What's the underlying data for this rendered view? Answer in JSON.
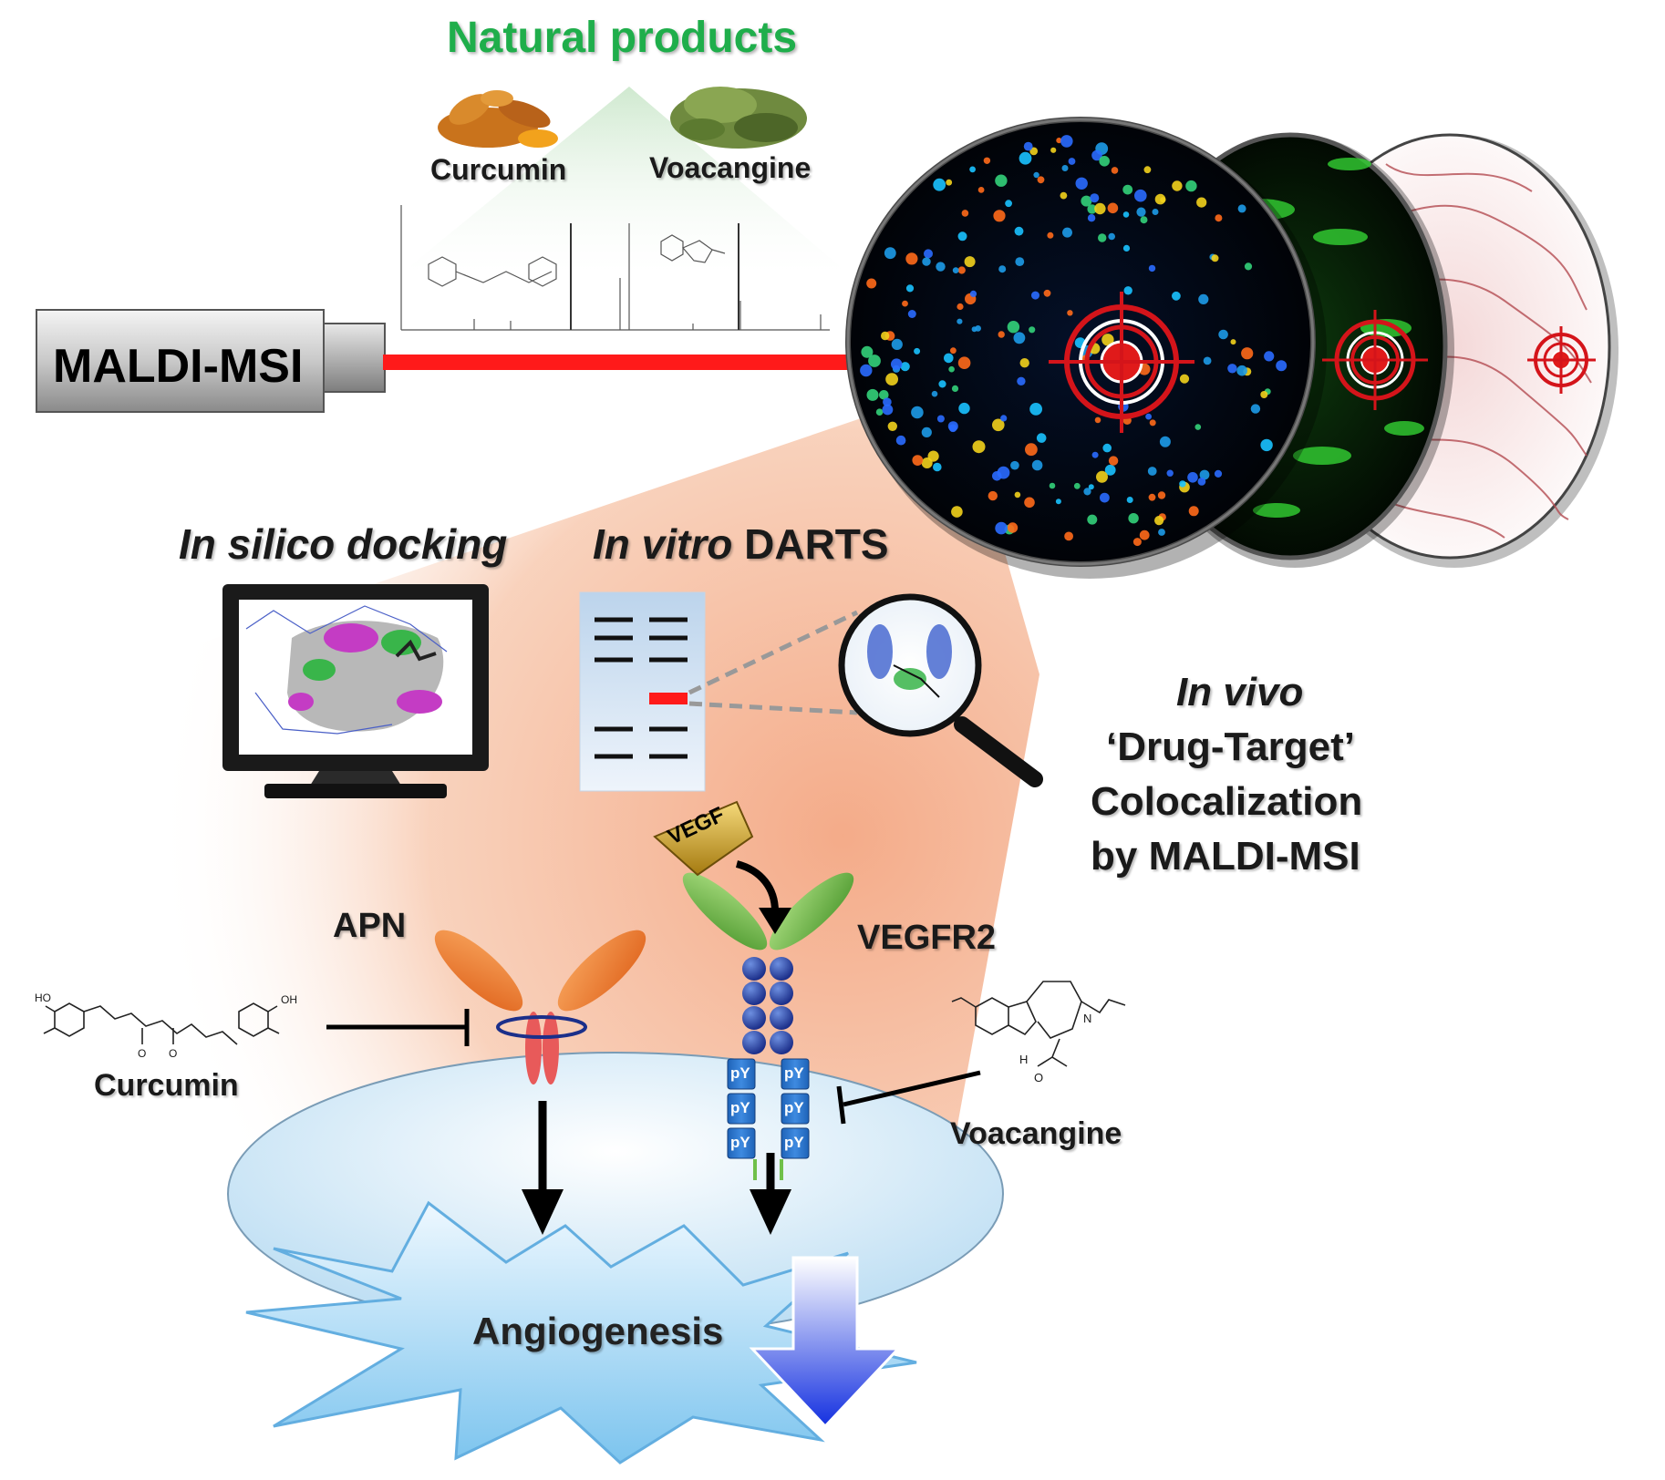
{
  "header": {
    "title": "Natural products",
    "items": [
      "Curcumin",
      "Voacangine"
    ]
  },
  "instrument": {
    "label": "MALDI-MSI"
  },
  "methods": {
    "docking_italic": "In silico docking",
    "darts_italic": "In vitro",
    "darts_rest": " DARTS"
  },
  "invivo": {
    "line1": "In vivo",
    "line2": "‘Drug-Target’",
    "line3": "Colocalization",
    "line4": "by MALDI-MSI"
  },
  "pathway": {
    "ligand": "VEGF",
    "receptor_apn": "APN",
    "receptor_vegfr2": "VEGFR2",
    "phospho": "pY",
    "compound_left": "Curcumin",
    "compound_right": "Voacangine",
    "outcome": "Angiogenesis"
  },
  "chem_atoms": {
    "hydroxyl": "HO",
    "oh": "OH",
    "oxygen": "O",
    "nitrogen": "N",
    "amine": "H"
  },
  "colors": {
    "title_green": "#1fae4b",
    "laser_red": "#ff1a1a",
    "target_red": "#d4141a",
    "peach": "#f6b28e",
    "arrow_blue": "#1430e0",
    "receptor_blue": "#1d4fa0"
  }
}
